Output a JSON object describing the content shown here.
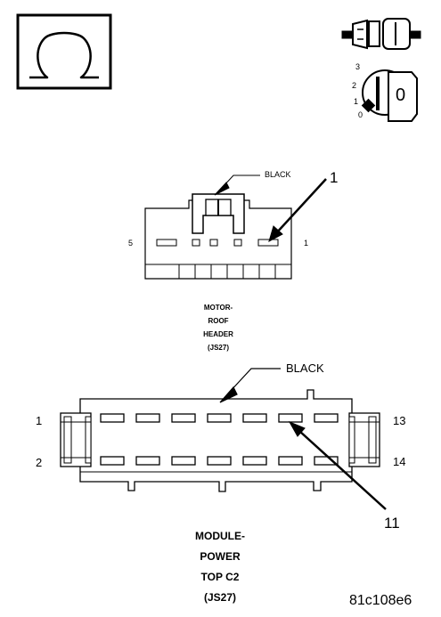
{
  "icons": {
    "ohm_symbol": "ohm-icon",
    "connector_symbol": "connector-disconnect-icon",
    "ignition_symbol": "ignition-key-icon",
    "ignition_positions": [
      "3",
      "2",
      "1",
      "0"
    ],
    "ignition_key_label": "0"
  },
  "roof_connector": {
    "color_label": "BLACK",
    "callout": "1",
    "pin_left": "5",
    "pin_right": "1",
    "name_lines": [
      "MOTOR-",
      "ROOF",
      "HEADER",
      "(JS27)"
    ]
  },
  "module_connector": {
    "color_label": "BLACK",
    "callout": "11",
    "pin_top_left": "1",
    "pin_bottom_left": "2",
    "pin_top_right": "13",
    "pin_bottom_right": "14",
    "name_lines": [
      "MODULE-",
      "POWER",
      "TOP C2",
      "(JS27)"
    ]
  },
  "figure_code": "81c108e6"
}
